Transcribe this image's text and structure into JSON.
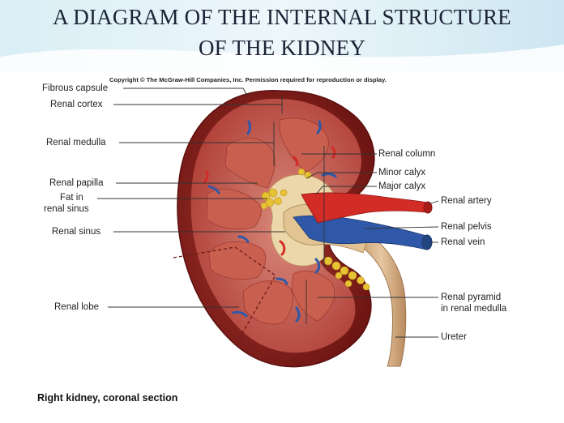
{
  "title": {
    "line1": "A DIAGRAM OF THE INTERNAL STRUCTURE",
    "line2": "OF THE KIDNEY"
  },
  "copyright": "Copyright © The McGraw-Hill Companies, Inc. Permission required for reproduction or display.",
  "caption": "Right kidney, coronal section",
  "labels_left": {
    "fibrous_capsule": "Fibrous capsule",
    "renal_cortex": "Renal cortex",
    "renal_medulla": "Renal medulla",
    "renal_papilla": "Renal papilla",
    "fat_in": "Fat in",
    "renal_sinus_fat": "renal sinus",
    "renal_sinus": "Renal sinus",
    "renal_lobe": "Renal lobe"
  },
  "labels_right": {
    "renal_column": "Renal column",
    "minor_calyx": "Minor calyx",
    "major_calyx": "Major calyx",
    "renal_artery": "Renal artery",
    "renal_pelvis": "Renal pelvis",
    "renal_vein": "Renal vein",
    "renal_pyramid": "Renal pyramid",
    "in_renal_medulla": "in renal medulla",
    "ureter": "Ureter"
  },
  "colors": {
    "title_text": "#1b2235",
    "header_band": "#cfe8f2",
    "capsule": "#7e1d1a",
    "cortex": "#b9453d",
    "pyramid": "#cf6b5e",
    "sinus": "#e8d2a6",
    "fat": "#e7c233",
    "artery": "#d42a24",
    "vein": "#2e56a3",
    "ureter": "#d7b38a"
  }
}
